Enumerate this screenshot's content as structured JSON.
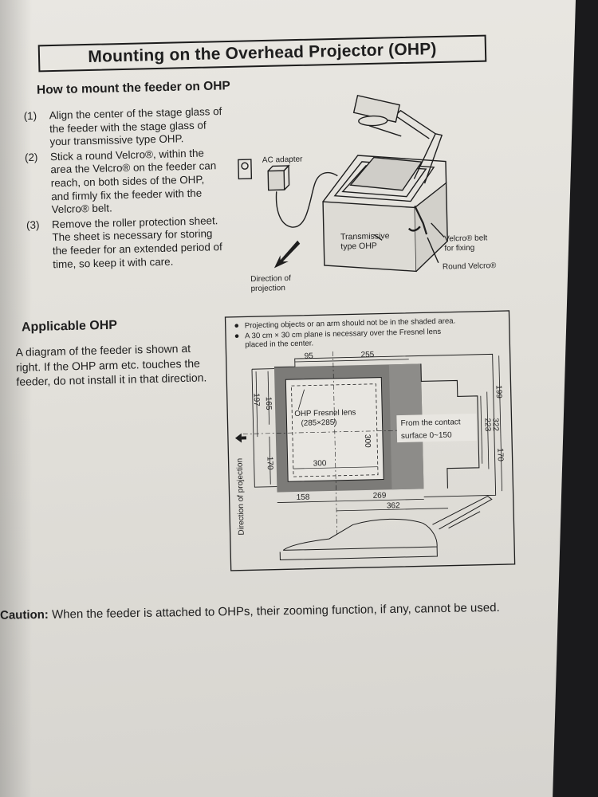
{
  "title": "Mounting on the Overhead Projector (OHP)",
  "mount": {
    "heading": "How to mount the feeder on OHP",
    "steps": [
      {
        "num": "(1)",
        "text": "Align the center of the stage glass of the feeder with the stage glass of your transmissive type OHP."
      },
      {
        "num": "(2)",
        "text": "Stick a round Velcro®, within the area the Velcro® on the feeder can reach, on both sides of the OHP, and firmly fix the feeder with the Velcro® belt."
      },
      {
        "num": "(3)",
        "text": "Remove the roller protection sheet. The sheet is necessary for storing the feeder for an extended period of time, so keep it with care."
      }
    ]
  },
  "figure1": {
    "ac_adapter": "AC adapter",
    "transmissive_line1": "Transmissive",
    "transmissive_line2": "type OHP",
    "velcro_belt_line1": "Velcro® belt",
    "velcro_belt_line2": "for fixing",
    "round_velcro": "Round Velcro®",
    "direction_line1": "Direction of",
    "direction_line2": "projection"
  },
  "applicable": {
    "heading": "Applicable OHP",
    "text": "A diagram of the feeder is shown at right. If the OHP arm etc. touches the feeder, do not install it in that direction."
  },
  "figure2": {
    "note1": "Projecting objects or an arm should not be in the shaded area.",
    "note2_line1": "A 30 cm × 30 cm plane is necessary over the Fresnel lens",
    "note2_line2": "placed in the center.",
    "dim_95": "95",
    "dim_255": "255",
    "dim_197": "197",
    "dim_165": "165",
    "dim_170_left": "170",
    "lens_line1": "OHP Fresnel lens",
    "lens_line2": "(285×285)",
    "dim_300_h": "300",
    "dim_300_v": "300",
    "contact_line1": "From the contact",
    "contact_line2": "surface   0~150",
    "dim_199": "199",
    "dim_322": "322",
    "dim_223": "223",
    "dim_170_right": "170",
    "dim_158": "158",
    "dim_269": "269",
    "dim_362": "362",
    "direction_vertical": "Direction of projection"
  },
  "caution": {
    "label": "Caution:",
    "text": " When the feeder is attached to OHPs, their zooming function, if any, cannot be used."
  }
}
